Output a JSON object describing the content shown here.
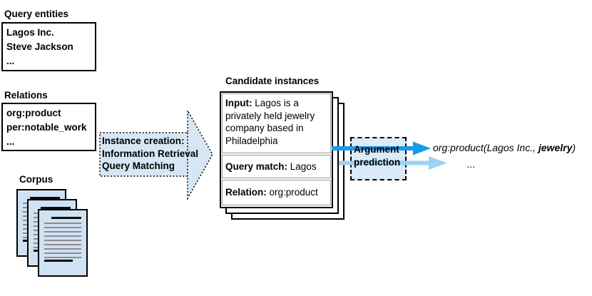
{
  "query_entities": {
    "label": "Query entities",
    "items": [
      "Lagos Inc.",
      "Steve Jackson",
      "..."
    ]
  },
  "relations": {
    "label": "Relations",
    "items": [
      "org:product",
      "per:notable_work",
      "..."
    ]
  },
  "corpus": {
    "label": "Corpus"
  },
  "instance_creation": {
    "lines": [
      "Instance creation:",
      "Information Retrieval",
      "Query Matching"
    ]
  },
  "candidate_instances": {
    "label": "Candidate instances",
    "front_card": {
      "input_label": "Input:",
      "input_text": " Lagos is a privately held jewelry company based in Philadelphia",
      "query_match_label": "Query match:",
      "query_match_text": " Lagos",
      "relation_label": "Relation:",
      "relation_text": " org:product"
    }
  },
  "argument_prediction": {
    "lines": [
      "Argument",
      "prediction"
    ]
  },
  "output": {
    "formula_prefix": "org:product(Lagos Inc., ",
    "formula_bold": "jewelry",
    "formula_suffix": ")",
    "ellipsis": "..."
  },
  "colors": {
    "light_blue_fill": "#cfe2f3",
    "arrow_panel_fill": "#d6e6f4",
    "argument_box_fill": "#daeaf8",
    "arrow_dark_blue": "#1b9ae9",
    "arrow_light_blue": "#9cd2f7"
  }
}
